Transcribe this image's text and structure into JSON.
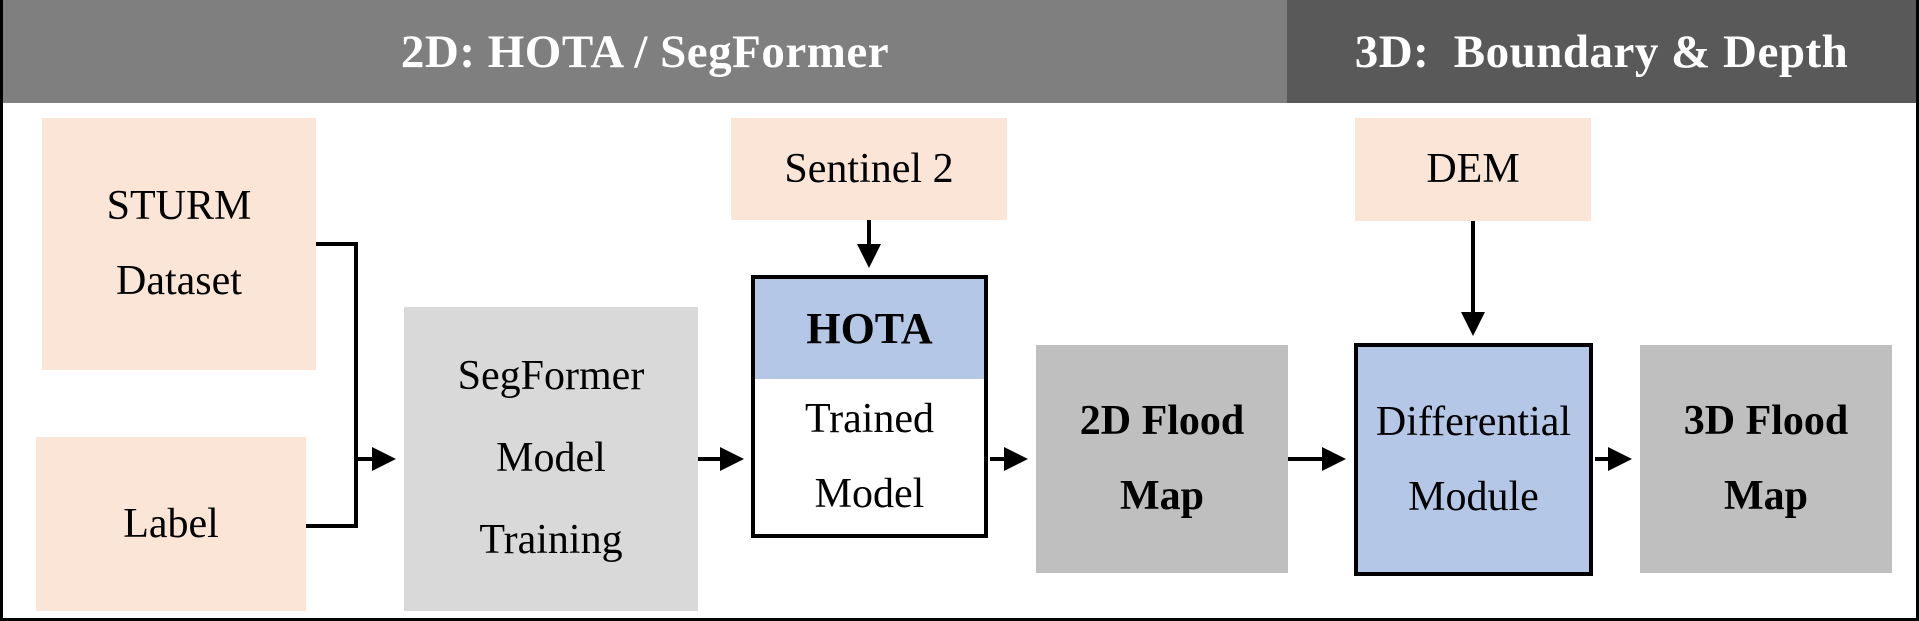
{
  "header": {
    "left_title": "2D: HOTA / SegFormer",
    "right_title": "3D:  Boundary & Depth"
  },
  "nodes": {
    "sturm": {
      "line1": "STURM",
      "line2": "Dataset"
    },
    "label": {
      "text": "Label"
    },
    "segformer": {
      "line1": "SegFormer",
      "line2": "Model",
      "line3": "Training"
    },
    "sentinel": {
      "text": "Sentinel 2"
    },
    "hota": {
      "text": "HOTA"
    },
    "trained": {
      "line1": "Trained",
      "line2": "Model"
    },
    "flood2d": {
      "line1": "2D Flood",
      "line2": "Map"
    },
    "dem": {
      "text": "DEM"
    },
    "differential": {
      "line1": "Differential",
      "line2": "Module"
    },
    "flood3d": {
      "line1": "3D Flood",
      "line2": "Map"
    }
  },
  "colors": {
    "input_fill": "#fbe5d6",
    "training_fill": "#d9d9d9",
    "output_fill": "#bfbfbf",
    "module_fill": "#b4c7e7",
    "header_2d": "#7f7f7f",
    "header_3d": "#595959"
  }
}
